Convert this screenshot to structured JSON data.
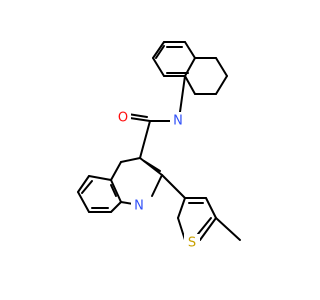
{
  "structure": {
    "atoms": [
      {
        "id": "O1",
        "label": "O",
        "color": "#ff0d0d"
      },
      {
        "id": "N1",
        "label": "N",
        "color": "#3050f8"
      },
      {
        "id": "N2",
        "label": "N",
        "color": "#3050f8"
      },
      {
        "id": "S1",
        "label": "S",
        "color": "#c8a000"
      }
    ]
  }
}
